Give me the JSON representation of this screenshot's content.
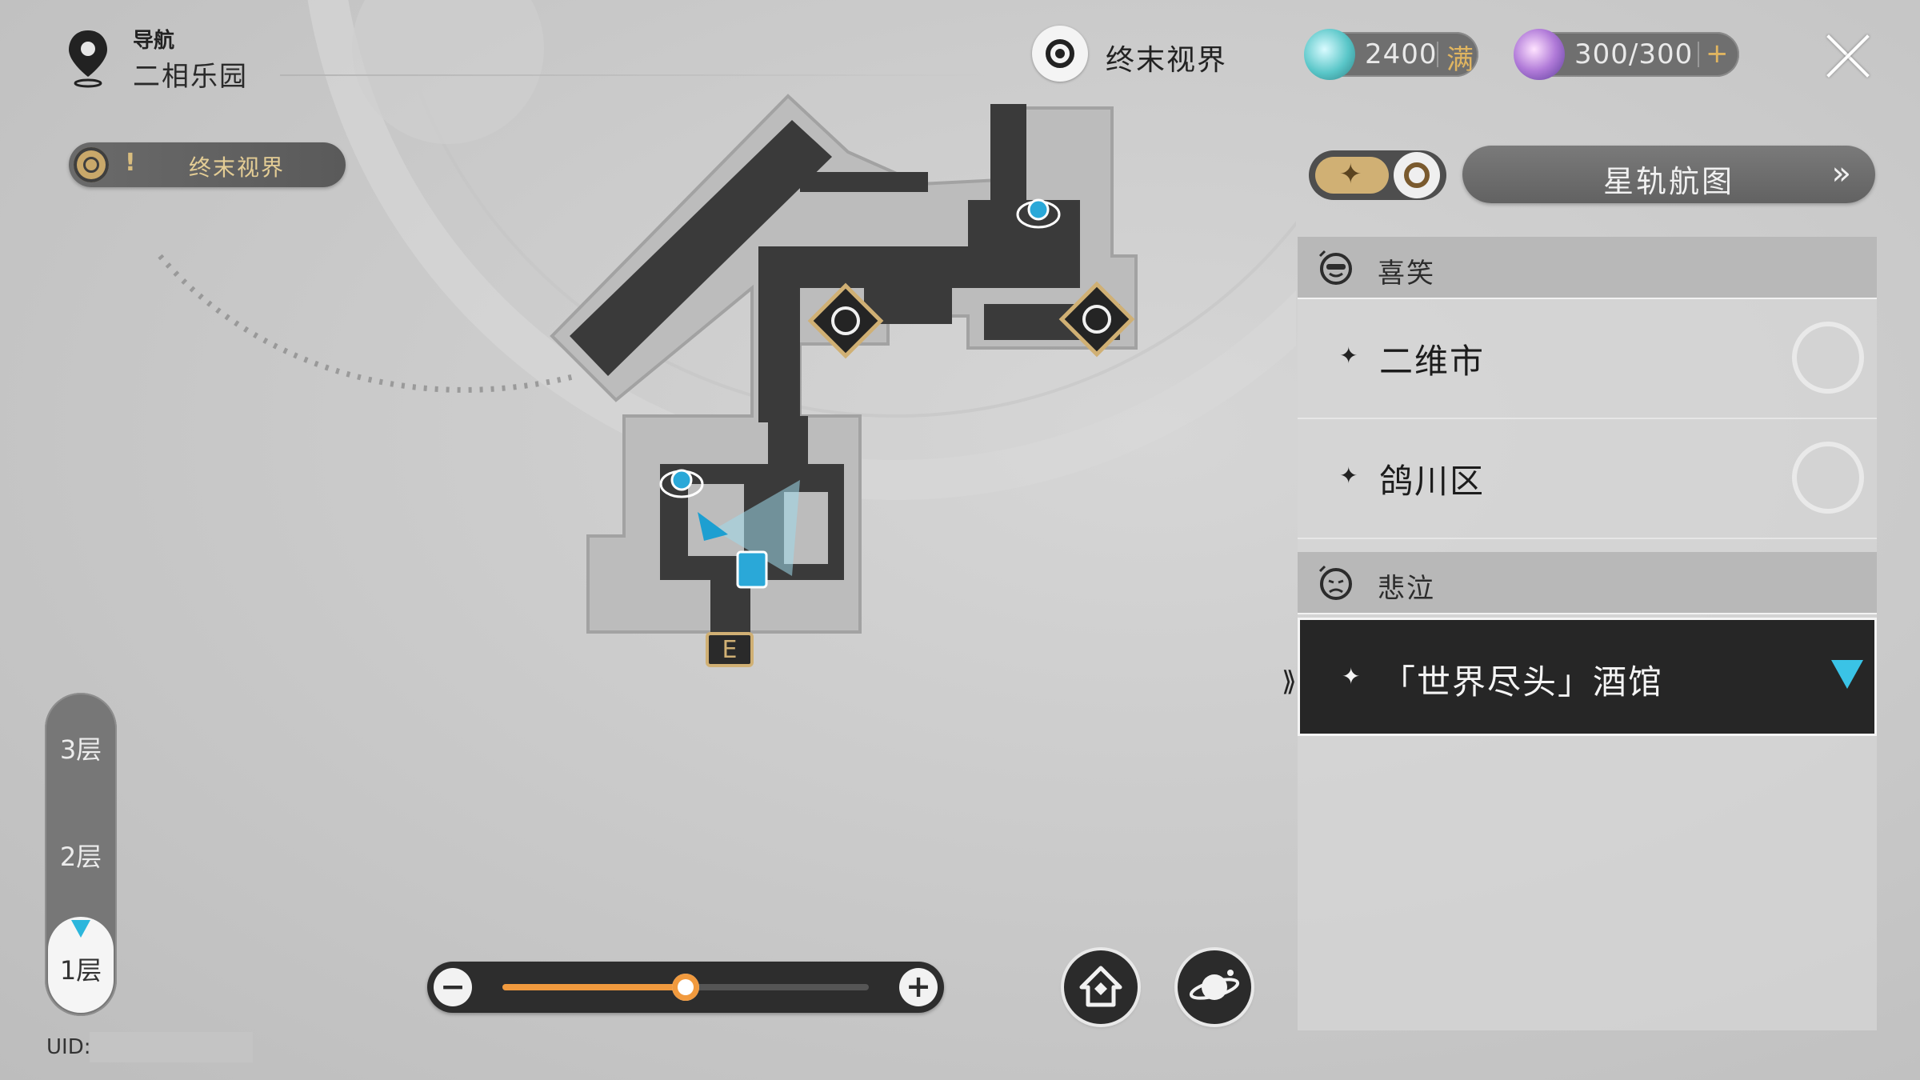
{
  "nav": {
    "label": "导航",
    "location": "二相乐园"
  },
  "mission": {
    "mark": "!",
    "label": "终末视界"
  },
  "realm": {
    "label": "终末视界"
  },
  "resources": [
    {
      "value": "2400",
      "suffix": "满"
    },
    {
      "value": "300/300",
      "suffix": "+"
    }
  ],
  "starmap": {
    "label": "星轨航图",
    "chevron": "»"
  },
  "groups": [
    {
      "label": "喜笑",
      "icon": "laughing-mask-icon",
      "locations": [
        {
          "label": "二维市"
        },
        {
          "label": "鸽川区"
        }
      ]
    },
    {
      "label": "悲泣",
      "icon": "crying-mask-icon",
      "locations": [
        {
          "label": "「世界尽头」酒馆",
          "selected": true
        }
      ]
    }
  ],
  "floors": {
    "f3": "3层",
    "f2": "2层",
    "f1": "1层",
    "current": "1层"
  },
  "uid": {
    "label": "UID:"
  },
  "zoom": {
    "minus": "−",
    "plus": "+",
    "level": 0.5
  },
  "colors": {
    "accent_orange": "#f19a3e",
    "accent_cyan": "#2bb6dc",
    "gold": "#d0b074"
  }
}
